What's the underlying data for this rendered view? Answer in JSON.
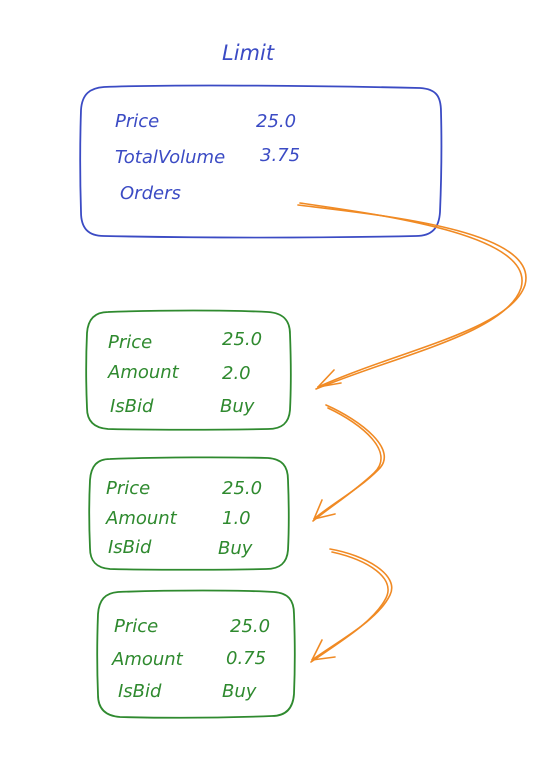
{
  "colors": {
    "limit": "#3b4bc4",
    "order": "#2f8a2f",
    "arrow": "#f08a24",
    "background": "#ffffff"
  },
  "limit": {
    "title": "Limit",
    "price_label": "Price",
    "price_value": "25.0",
    "volume_label": "TotalVolume",
    "volume_value": "3.75",
    "orders_label": "Orders"
  },
  "orders": [
    {
      "price_label": "Price",
      "price_value": "25.0",
      "amount_label": "Amount",
      "amount_value": "2.0",
      "isbid_label": "IsBid",
      "isbid_value": "Buy"
    },
    {
      "price_label": "Price",
      "price_value": "25.0",
      "amount_label": "Amount",
      "amount_value": "1.0",
      "isbid_label": "IsBid",
      "isbid_value": "Buy"
    },
    {
      "price_label": "Price",
      "price_value": "25.0",
      "amount_label": "Amount",
      "amount_value": "0.75",
      "isbid_label": "IsBid",
      "isbid_value": "Buy"
    }
  ]
}
